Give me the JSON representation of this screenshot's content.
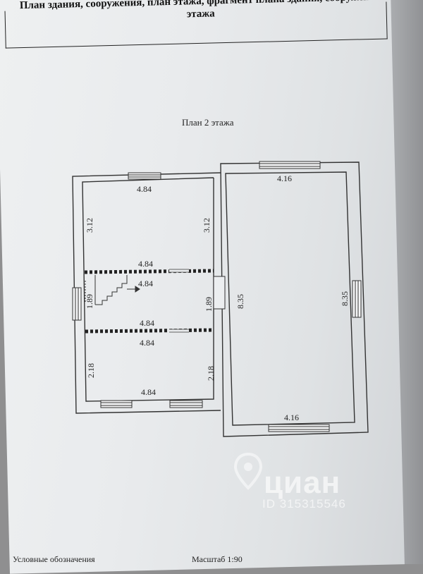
{
  "header": {
    "title": "План здания, сооружения, план этажа, фрагмент плана здания, сооружения",
    "title_line2": "этажа"
  },
  "plan": {
    "title": "План 2 этажа",
    "dims": {
      "room1_top": "4.84",
      "room1_left": "3.12",
      "room1_right": "3.12",
      "room1_bottom": "4.84",
      "hall_top": "4.84",
      "hall_left": "1.89",
      "hall_right": "1.89",
      "hall_bottom": "4.84",
      "room3_top": "4.84",
      "room3_left": "2.18",
      "room3_right": "2.18",
      "room3_bottom": "4.84",
      "big_top": "4.16",
      "big_left": "8.35",
      "big_right": "8.35",
      "big_bottom": "4.16"
    }
  },
  "footer": {
    "legend_label": "Условные обозначения",
    "scale_label": "Масштаб 1:90"
  },
  "watermark": {
    "brand": "циан",
    "id": "ID 315315546"
  }
}
